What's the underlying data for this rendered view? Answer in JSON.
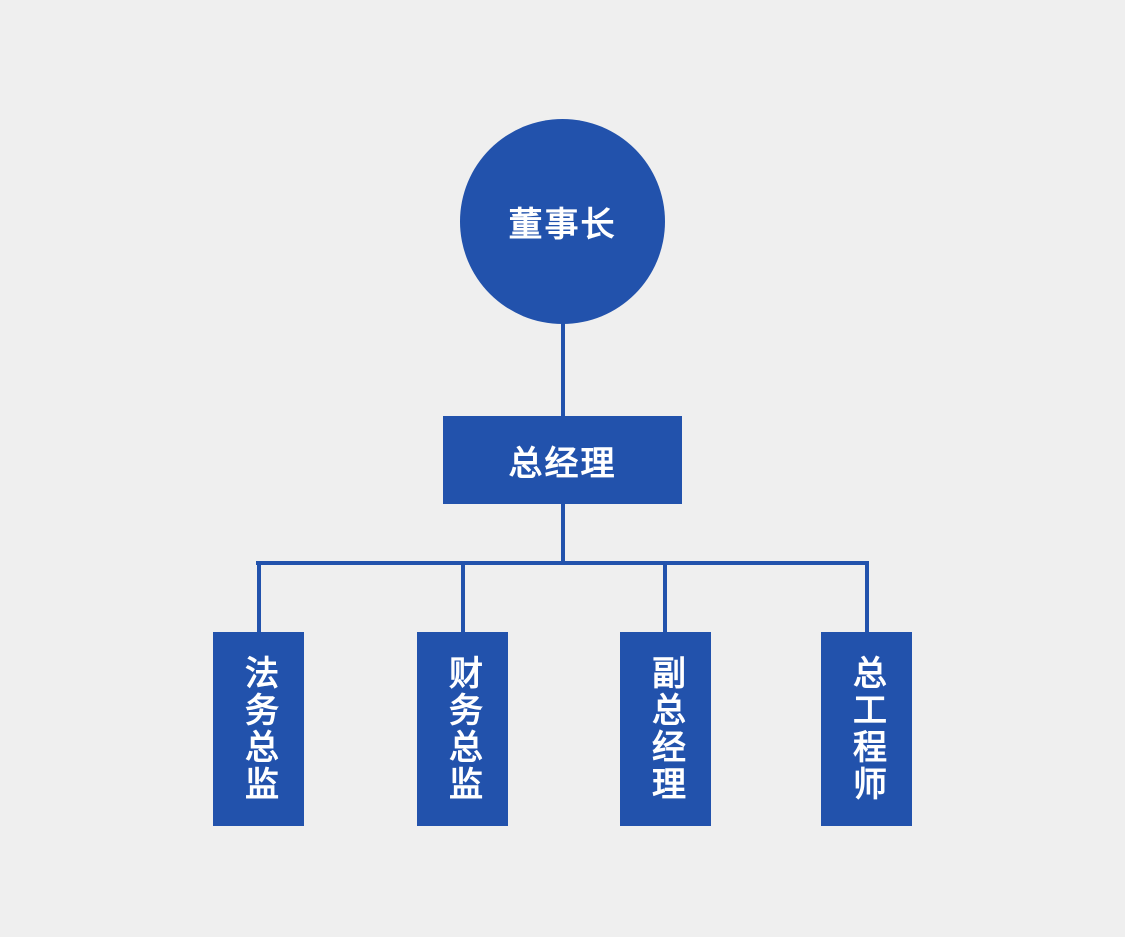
{
  "org_chart": {
    "type": "organization-tree",
    "root": {
      "label": "董事长",
      "shape": "circle"
    },
    "level2": {
      "label": "总经理",
      "shape": "rectangle",
      "reports_to": "董事长"
    },
    "level3": [
      {
        "label": "法务总监",
        "shape": "vertical-rectangle",
        "reports_to": "总经理"
      },
      {
        "label": "财务总监",
        "shape": "vertical-rectangle",
        "reports_to": "总经理"
      },
      {
        "label": "副总经理",
        "shape": "vertical-rectangle",
        "reports_to": "总经理"
      },
      {
        "label": "总工程师",
        "shape": "vertical-rectangle",
        "reports_to": "总经理"
      }
    ]
  },
  "colors": {
    "node_fill": "#2252ac",
    "connector": "#2252ac",
    "node_text": "#ffffff",
    "background": "#efefef"
  }
}
